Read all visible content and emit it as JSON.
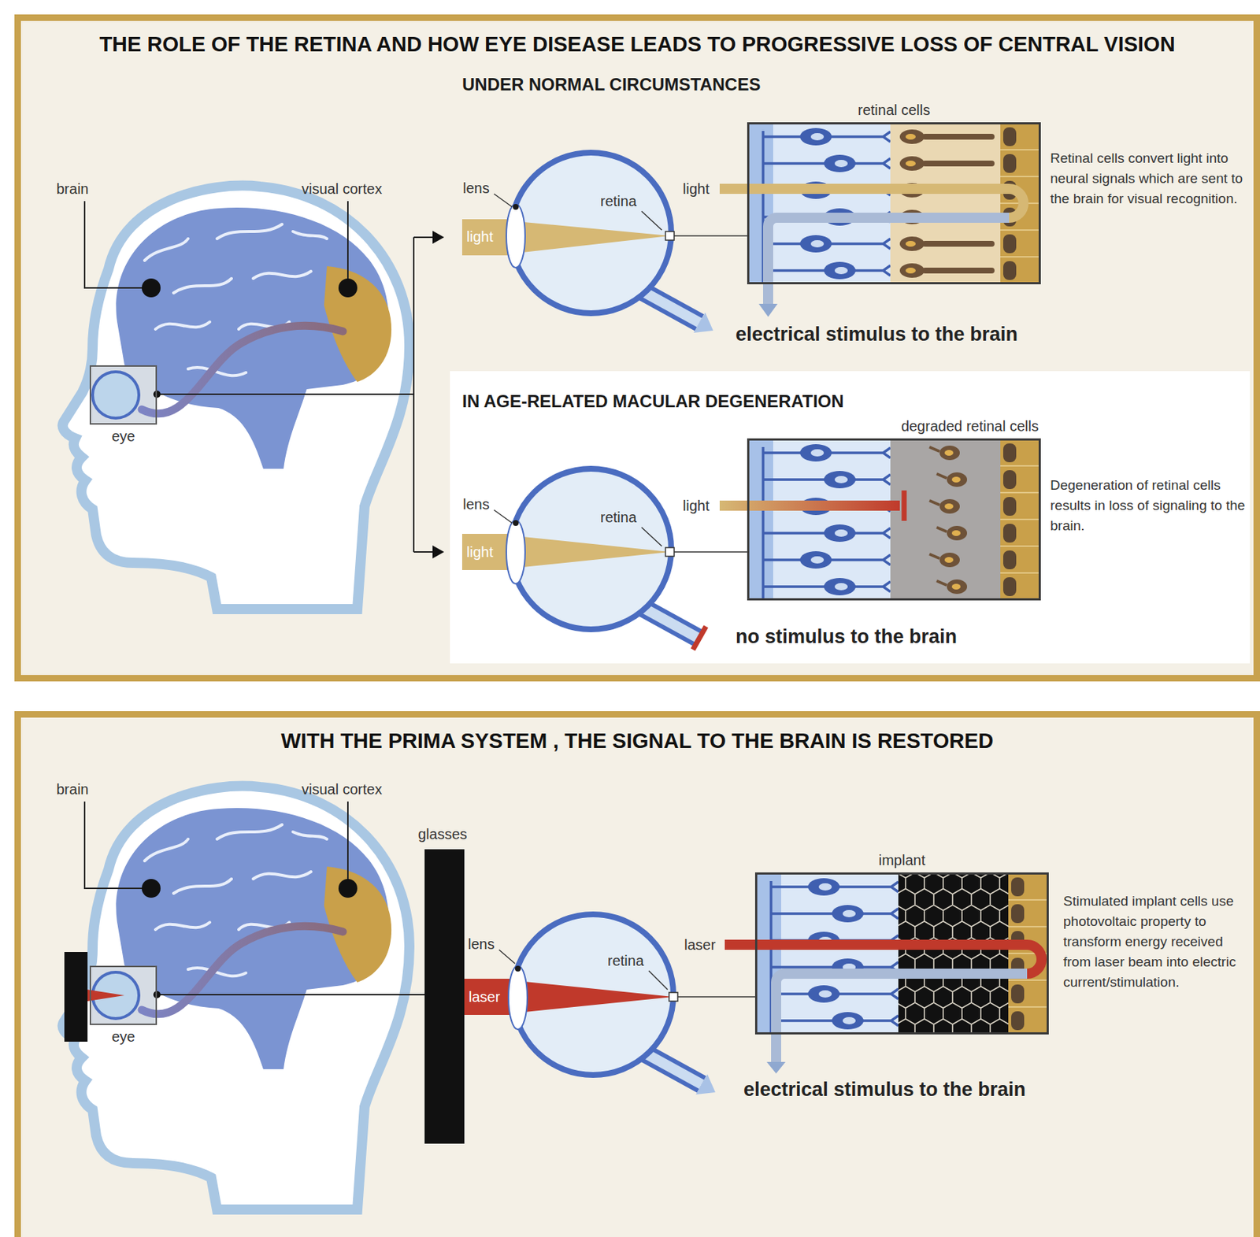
{
  "diagram": {
    "nodes": [
      {
        "text": [
          "THE ROLE OF THE RETINA AND HOW EYE DISEASE LEADS TO PROGRESSIVE LOSS OF CENTRAL VISION",
          "UNDER NORMAL CIRCUMSTANCES"
        ]
      },
      {
        "text": [
          "eye"
        ],
        "in": 0
      },
      {
        "text": [
          "retinal cells"
        ],
        "in": 0
      },
      {
        "text": [
          "IN AGE-RELATED MACULAR DEGENERATION"
        ],
        "in": 0
      },
      {
        "text": [
          "degraded retinal cells"
        ],
        "in": 3
      },
      {
        "text": [
          "WITH THE PRIMA SYSTEM , THE SIGNAL TO THE BRAIN IS RESTORED"
        ]
      },
      {
        "text": [
          "eye"
        ],
        "in": 5
      },
      {
        "text": [
          "implant"
        ],
        "in": 5
      }
    ],
    "labels": [
      "brain",
      "visual cortex",
      "lens",
      "retina",
      "light",
      "light",
      "Retinal cells convert light into neural signals which are sent to the brain for visual recognition.",
      "electrical stimulus to the brain",
      "lens",
      "retina",
      "light",
      "light",
      "Degeneration of retinal cells results in loss of signaling to the brain.",
      "no stimulus to the brain",
      "brain",
      "visual cortex",
      "glasses",
      "lens",
      "retina",
      "laser",
      "laser",
      "Stimulated implant cells use photovoltaic property to transform energy received from laser beam into electric current/stimulation.",
      "electrical stimulus to the brain"
    ]
  }
}
